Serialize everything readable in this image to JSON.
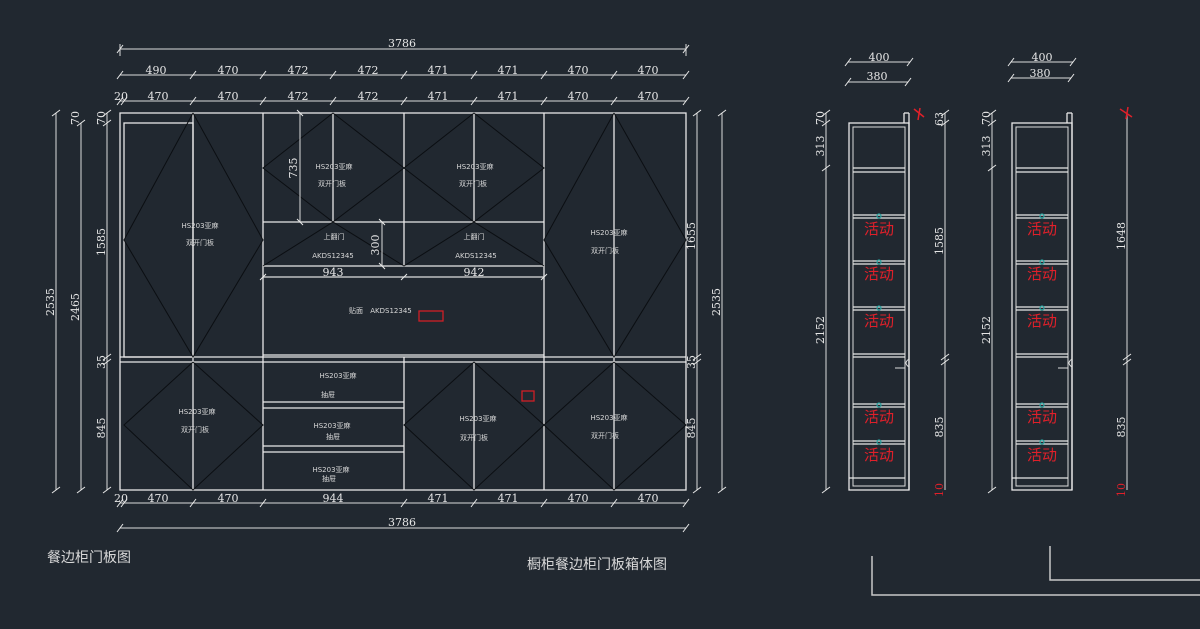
{
  "drawing": {
    "titles": {
      "front": "餐边柜门板图",
      "main": "橱柜餐边柜门板箱体图"
    },
    "front_view": {
      "overall_width_top": "3786",
      "overall_width_bottom": "3786",
      "top_row_1": [
        "490",
        "470",
        "472",
        "472",
        "471",
        "471",
        "470",
        "470"
      ],
      "top_row_2": [
        "20",
        "470",
        "470",
        "472",
        "472",
        "471",
        "471",
        "470",
        "470"
      ],
      "bottom_row": [
        "20",
        "470",
        "470",
        "944",
        "471",
        "471",
        "470",
        "470"
      ],
      "left_dims": {
        "overall": "2535",
        "inner": "2465",
        "top_gap_a": "70",
        "top_gap_b": "70",
        "upper": "1585",
        "middle": "35",
        "lower": "845"
      },
      "right_dims": {
        "overall": "2535",
        "upper": "1655",
        "middle": "35",
        "lower": "845"
      },
      "inner_dims": {
        "upper_door_height": "735",
        "flip_door_height": "300",
        "flip_left_width": "943",
        "flip_right_width": "942"
      },
      "panel_labels": {
        "door_material": "HS203亚麻",
        "double_door": "双开门板",
        "flip_door": "上翻门",
        "flip_code": "AKDS12345",
        "veneer": "贴面",
        "veneer_code": "AKDS12345",
        "drawer": "抽屉"
      }
    },
    "side_views": [
      {
        "width_outer": "400",
        "width_inner": "380",
        "left_top": "70",
        "left_upper": "313",
        "left_overall": "2152",
        "right_top": "63",
        "right_upper": "1585",
        "right_lower": "835",
        "right_bottom": "10",
        "shelf_label": "活动",
        "shelves": 5
      },
      {
        "width_outer": "400",
        "width_inner": "380",
        "left_top": "70",
        "left_upper": "313",
        "left_overall": "2152",
        "right_upper": "1648",
        "right_lower": "835",
        "right_bottom": "10",
        "shelf_label": "活动",
        "shelves": 5
      }
    ],
    "colors": {
      "background": "#212830",
      "lines": "#e8e8e8",
      "annotation_red": "#e0202a",
      "peg_teal": "#2aa3a0"
    }
  }
}
